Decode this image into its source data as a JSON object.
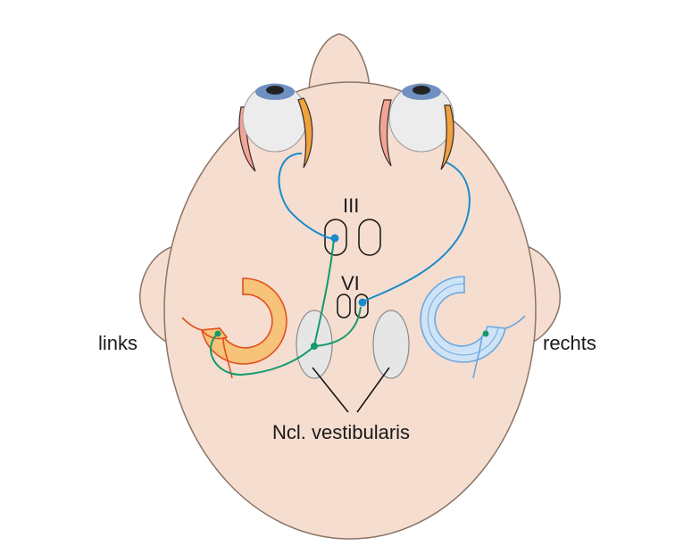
{
  "labels": {
    "left": "links",
    "right": "rechts",
    "nucleus_oculomotor": "III",
    "nucleus_abducens": "VI",
    "vestibular_nuclei": "Ncl. vestibularis"
  },
  "colors": {
    "head": "#f5ddd0",
    "outline": "#8a7466",
    "eye": "#ececec",
    "iris": "#6f90c2",
    "pupil": "#222222",
    "muscle_medial": "#f1a597",
    "muscle_lateral": "#f0a23e",
    "nerve_blue": "#1a8bcc",
    "nerve_green": "#149a6c",
    "canal_left": "#f7c27a",
    "canal_left_stroke": "#e1501c",
    "canal_right": "#cfe3f7",
    "canal_right_stroke": "#6aa9e0",
    "nucleus_gray": "#e6e6e6"
  }
}
